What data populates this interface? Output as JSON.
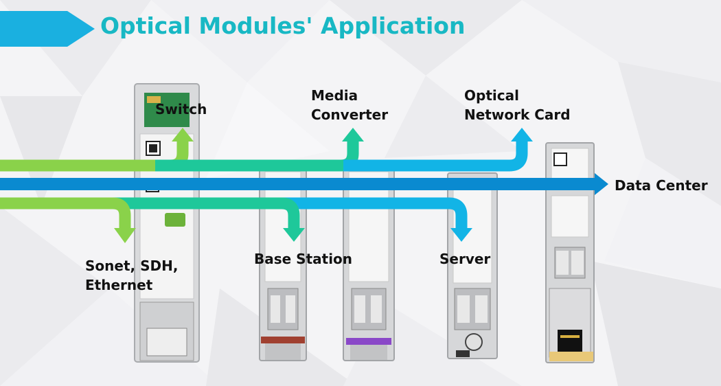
{
  "slide": {
    "title": "Optical Modules' Application"
  },
  "labels": {
    "switch": "Switch",
    "media_converter": [
      "Media",
      "Converter"
    ],
    "optical_network_card": [
      "Optical",
      "Network Card"
    ],
    "data_center": "Data Center",
    "sonet": [
      "Sonet, SDH,",
      "Ethernet"
    ],
    "base_station": "Base Station",
    "server": "Server"
  },
  "colors": {
    "title": "#18b8c4",
    "accent_bar": "#1ab0e0",
    "arrow_green_light": "#8ad24a",
    "arrow_teal": "#1ec89a",
    "arrow_cyan": "#12b4e6",
    "arrow_blue": "#0a8ad0"
  },
  "modules": [
    "sfp-plus-module",
    "sfp-module-red-latch",
    "sfp-module-purple-latch",
    "sfp-module-cwdm",
    "copper-rj45-module"
  ]
}
